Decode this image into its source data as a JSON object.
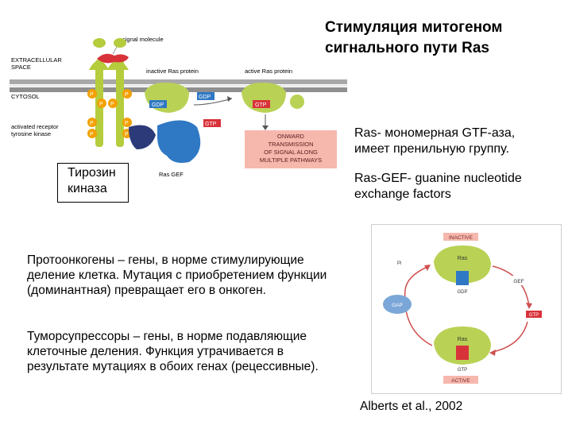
{
  "title_line1": "Стимуляция митогеном",
  "title_line2": "сигнального пути Ras",
  "ras_line1": "Ras- мономерная GTF-аза,",
  "ras_line2": "имеет пренильную группу.",
  "rasgef_line1": "Ras-GEF- guanine nucleotide",
  "rasgef_line2": "exchange factors",
  "tyrosine_kinase_label": "Тирозин киназа",
  "protooncogenes_text": "Протоонкогены – гены, в норме стимулирующие деление клетка. Мутация с приобретением функции (доминантная) превращает его в онкоген.",
  "tumor_suppressors_text": "Туморсупрессоры – гены, в норме подавляющие клеточные деления. Функция утрачивается в результате мутациях в обоих генах (рецессивные).",
  "citation": "Alberts et al., 2002",
  "diagram": {
    "signal_molecule": "signal molecule",
    "extracellular": "EXTRACELLULAR",
    "space": "SPACE",
    "cytosol": "CYTOSOL",
    "inactive_ras": "inactive Ras protein",
    "active_ras": "active Ras protein",
    "activated_receptor_1": "activated receptor",
    "activated_receptor_2": "tyrosine kinase",
    "ras_gef": "Ras GEF",
    "gdp": "GDP",
    "gtp": "GTP",
    "p": "P",
    "onward_1": "ONWARD",
    "onward_2": "TRANSMISSION",
    "onward_3": "OF SIGNAL ALONG",
    "onward_4": "MULTIPLE PATHWAYS"
  },
  "cycle": {
    "inactive": "INACTIVE",
    "active": "ACTIVE",
    "ras": "Ras",
    "gdp": "GDP",
    "gtp": "GTP",
    "gef": "GEF",
    "gap": "GAP",
    "pi": "Pi"
  },
  "colors": {
    "membrane": "#9a9a9a",
    "receptor_green": "#b5cc3c",
    "ras_green": "#b9d255",
    "gef_blue": "#2f78c4",
    "dark_blue": "#2c3a7a",
    "signal_red": "#d8323a",
    "gtp_red": "#d8323a",
    "phosphate_orange": "#f2a100",
    "onward_box": "#f6b8ad",
    "gap_blue": "#7aa7d8",
    "cycle_arrow": "#d05050"
  }
}
